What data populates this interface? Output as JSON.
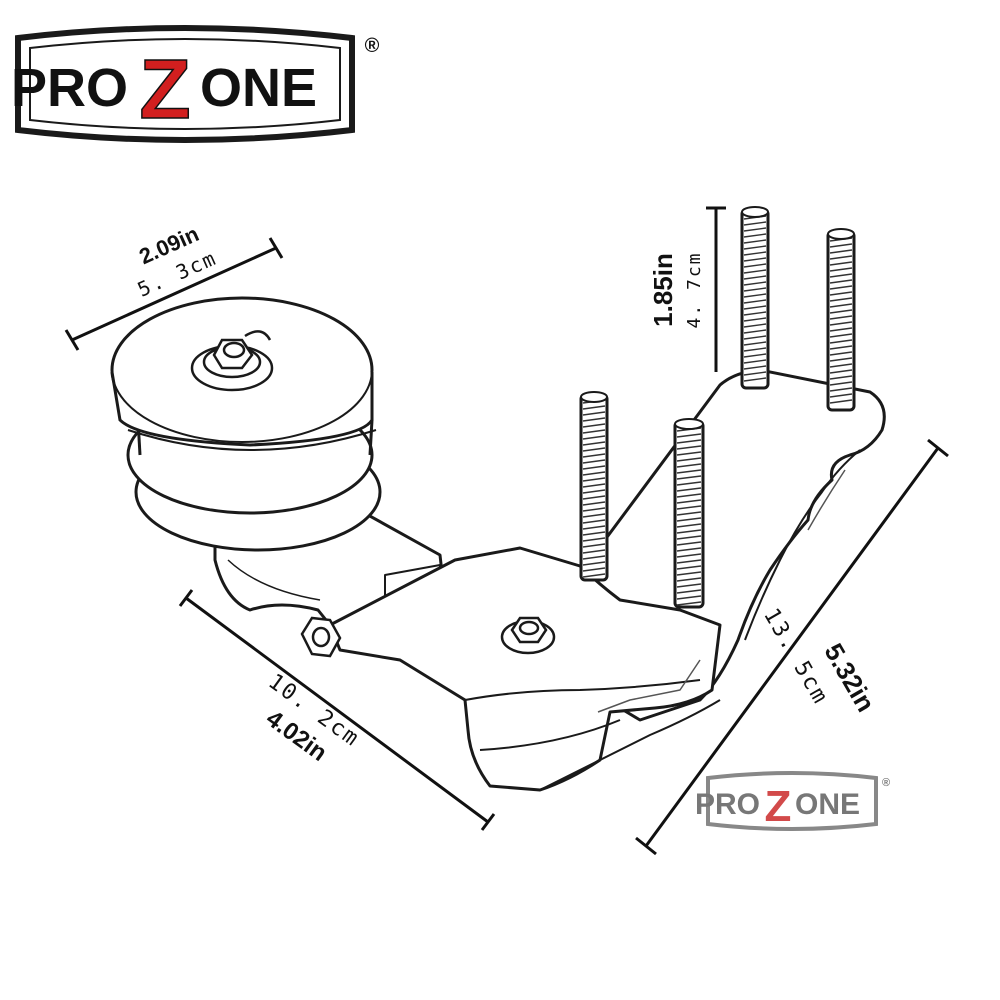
{
  "logo_main": {
    "pre": "PRO",
    "mid": "Z",
    "post": "ONE",
    "registered": "®",
    "colors": {
      "frame": "#1a1a1a",
      "text": "#111111",
      "accent": "#d21f1f"
    }
  },
  "logo_watermark": {
    "pre": "PRO",
    "mid": "Z",
    "post": "ONE",
    "registered": "®",
    "colors": {
      "frame": "#888888",
      "text": "#777777",
      "accent": "#d24a4a"
    }
  },
  "dimensions": {
    "pulley_width": {
      "imperial": "2.09in",
      "metric": "5. 3cm"
    },
    "stud_height": {
      "imperial": "1.85in",
      "metric": "4. 7cm"
    },
    "arm_length": {
      "metric": "10. 2cm",
      "imperial": "4.02in"
    },
    "bracket_length": {
      "metric": "13. 5cm",
      "imperial": "5.32in"
    }
  },
  "colors": {
    "line": "#1a1a1a",
    "shade": "#555555"
  }
}
